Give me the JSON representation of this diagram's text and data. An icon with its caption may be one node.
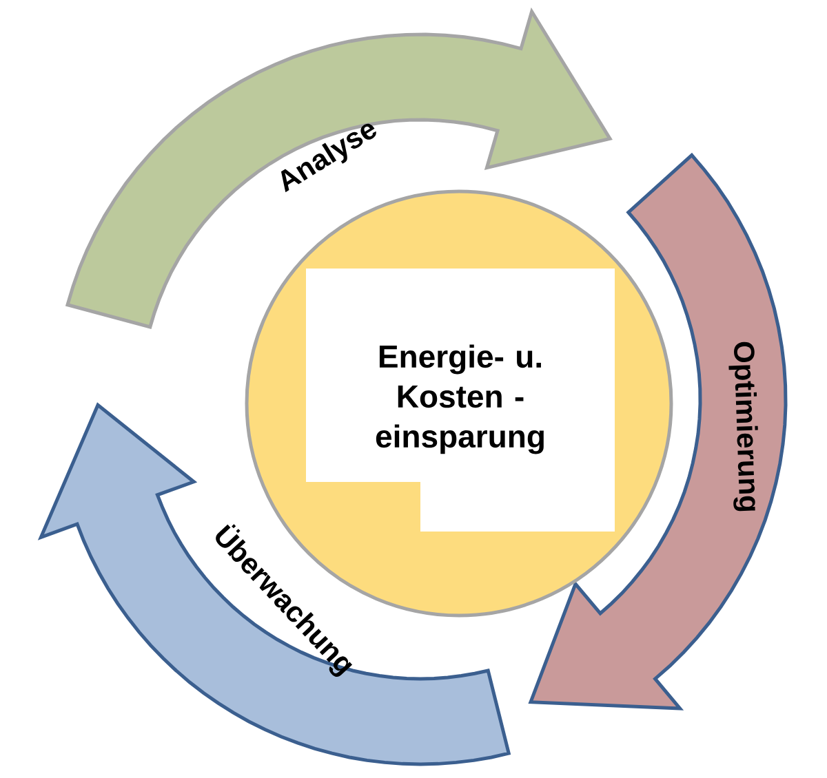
{
  "diagram": {
    "nodes": [
      {
        "text": [
          "Energie- u. Kosten - einsparung"
        ]
      }
    ],
    "labels": [
      "Analyse",
      "Optimierung",
      "Überwachung"
    ]
  }
}
